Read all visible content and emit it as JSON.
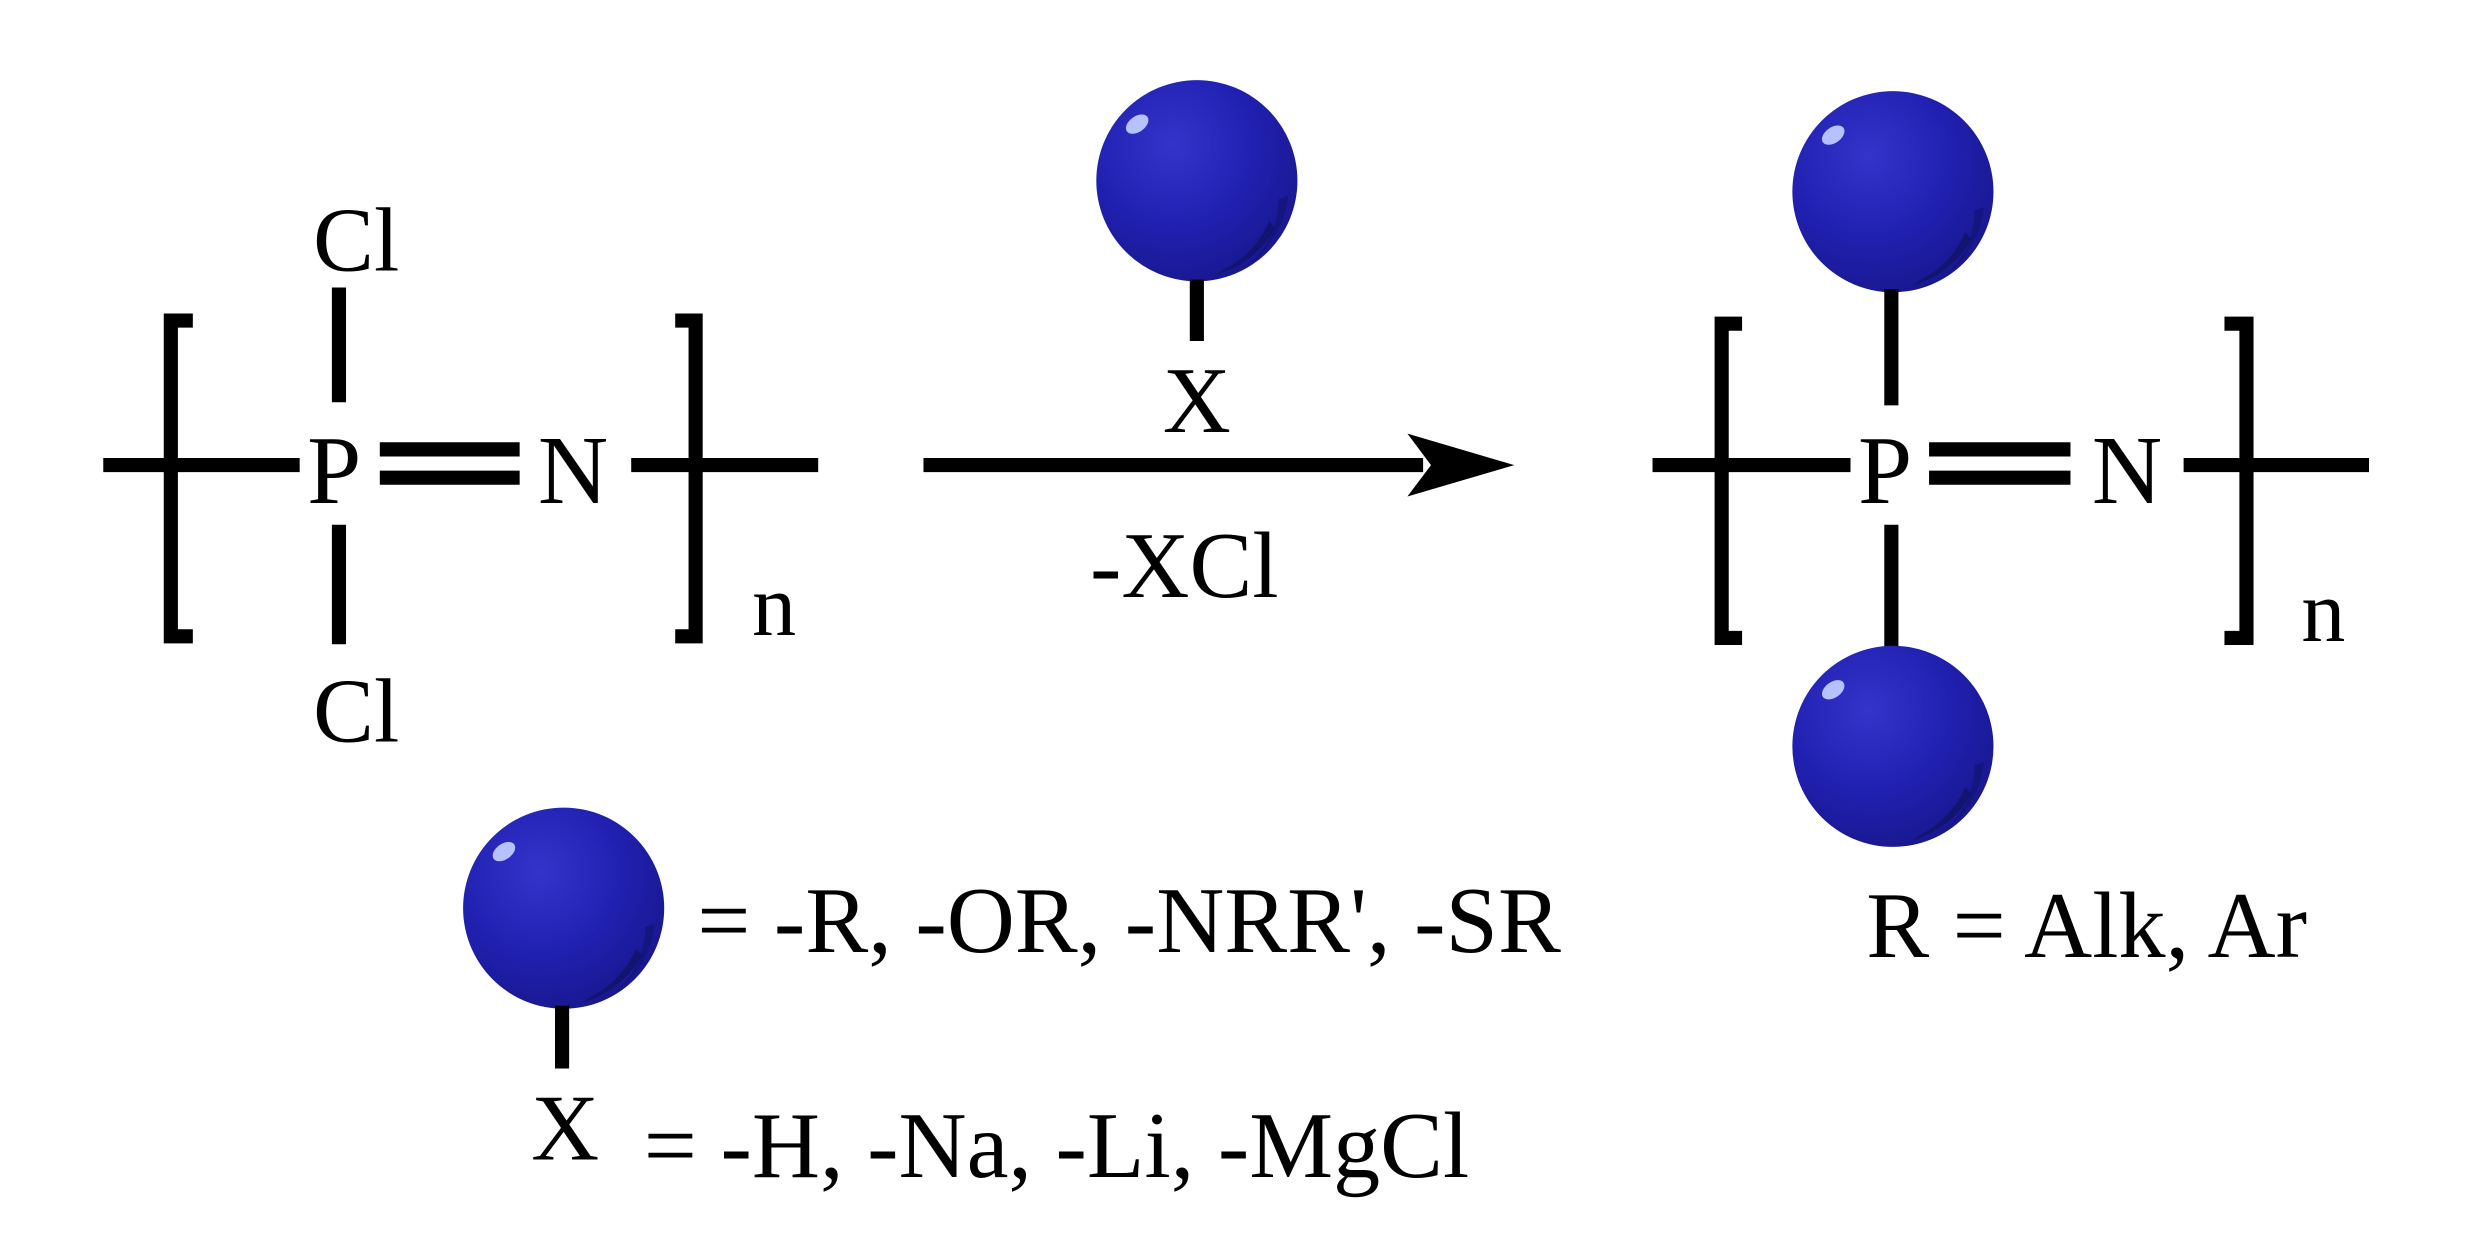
{
  "reactant": {
    "top_substituent": "Cl",
    "bottom_substituent": "Cl",
    "phosphorus": "P",
    "nitrogen": "N",
    "repeat": "n"
  },
  "reagent": {
    "leaving_atom": "X",
    "byproduct": "-XCl"
  },
  "product": {
    "phosphorus": "P",
    "nitrogen": "N",
    "repeat": "n"
  },
  "legend": {
    "sphere_definition": "= -R, -OR, -NRR', -SR",
    "r_definition": "R = Alk, Ar",
    "x_atom": "X",
    "x_definition": "= -H, -Na, -Li, -MgCl"
  },
  "colors": {
    "sphere_fill": "#2020b0",
    "sphere_dark": "#151578",
    "sphere_highlight": "#a9b8ff",
    "ink": "#000000"
  }
}
